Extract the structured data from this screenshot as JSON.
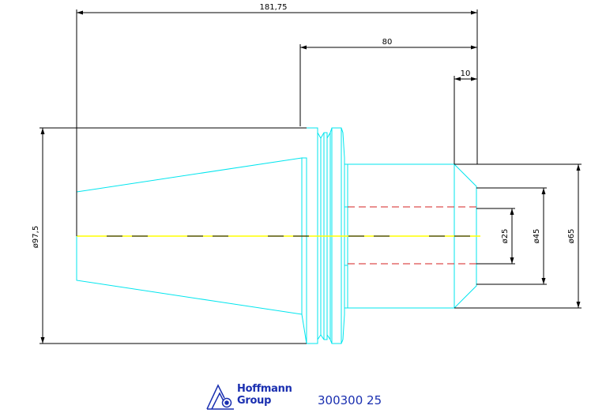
{
  "dimensions": {
    "overall_length": "181,75",
    "shank_length": "80",
    "chamfer_length": "10",
    "flange_diameter": "ø97,5",
    "bore_diameter": "ø25",
    "neck_diameter": "ø45",
    "body_diameter": "ø65"
  },
  "colors": {
    "outline": "#00e5ee",
    "centerline": "#ffff00",
    "hidden_bore": "#d42020",
    "dimension": "#000000",
    "brand": "#1a2fb0"
  },
  "logo": {
    "line1": "Hoffmann",
    "line2": "Group",
    "icon": "hoffmann-group-logo-icon"
  },
  "part_number": "300300 25"
}
